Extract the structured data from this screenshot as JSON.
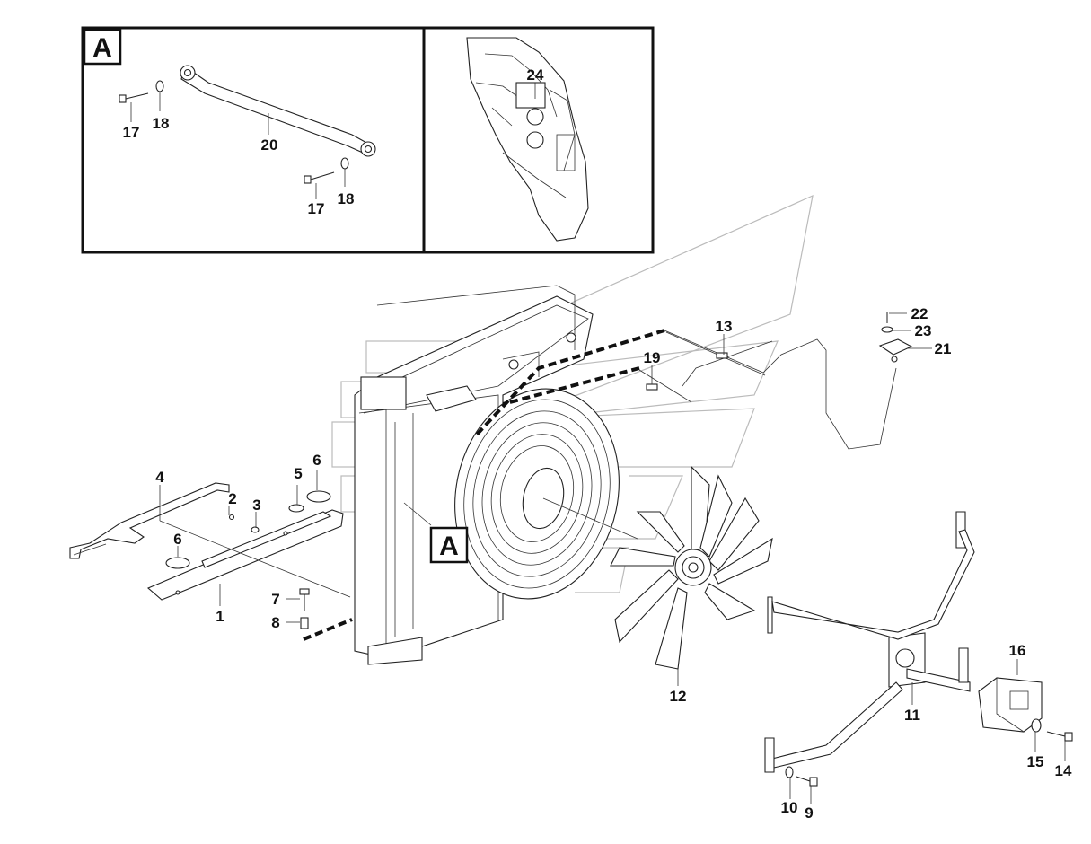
{
  "detail": {
    "tag": "A",
    "callouts": [
      "17",
      "18",
      "20",
      "17",
      "18",
      "24"
    ]
  },
  "view_tag": "A",
  "callouts": [
    "1",
    "2",
    "3",
    "4",
    "5",
    "6",
    "6",
    "7",
    "8",
    "9",
    "10",
    "11",
    "12",
    "13",
    "14",
    "15",
    "16",
    "19",
    "21",
    "22",
    "23"
  ]
}
